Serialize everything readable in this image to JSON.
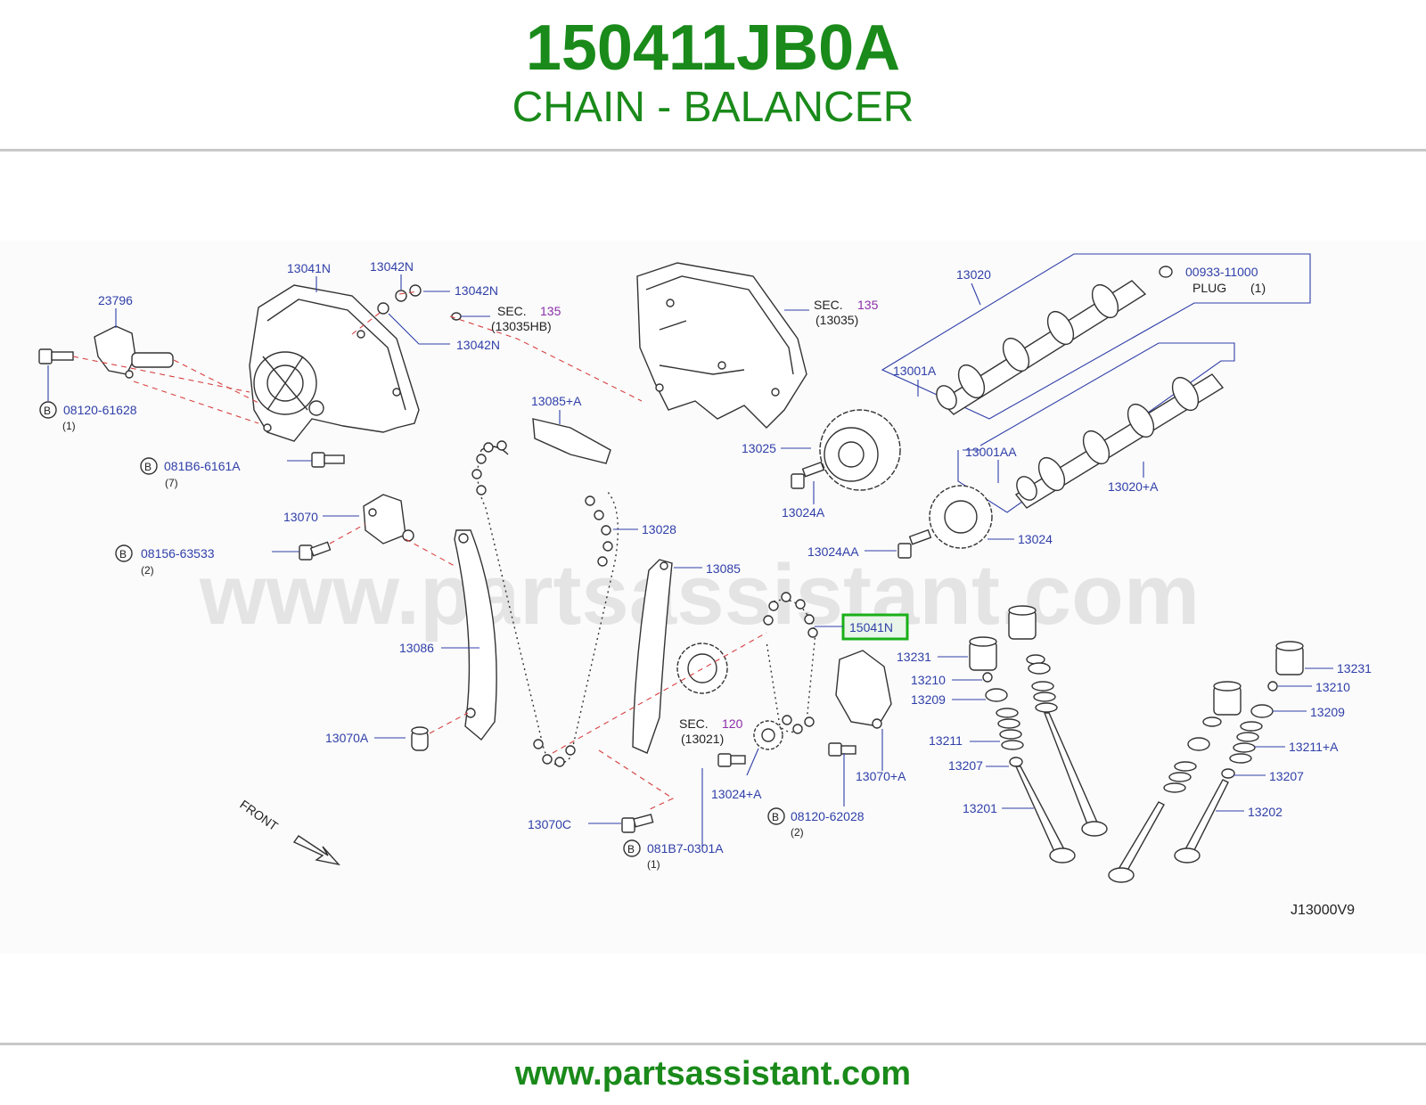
{
  "header": {
    "part_number": "150411JB0A",
    "part_name": "CHAIN - BALANCER"
  },
  "footer": {
    "url": "www.partsassistant.com"
  },
  "diagram": {
    "watermark": "www.partsassistant.com",
    "code": "J13000V9",
    "front_label": "FRONT",
    "highlighted": "15041N",
    "bolt_marker": "B",
    "sec_word": "SEC.",
    "plug_word": "PLUG",
    "labels": {
      "p13041N": "13041N",
      "p13042N_a": "13042N",
      "p13042N_b": "13042N",
      "p13042N_c": "13042N",
      "p23796": "23796",
      "b08120_61628": "08120-61628",
      "q1_a": "(1)",
      "b081B6_6161A": "081B6-6161A",
      "q7": "(7)",
      "p13070": "13070",
      "b08156_63533": "08156-63533",
      "q2_a": "(2)",
      "p13086": "13086",
      "p13070A": "13070A",
      "p13085A": "13085+A",
      "p13028": "13028",
      "p13085": "13085",
      "p15041N": "15041N",
      "sec120": "120",
      "sec13021": "(13021)",
      "p13024A_plus": "13024+A",
      "p13070C": "13070C",
      "b081B7_0301A": "081B7-0301A",
      "q1_b": "(1)",
      "b08120_62028": "08120-62028",
      "q2_b": "(2)",
      "p13070A_plus": "13070+A",
      "sec135_a": "135",
      "sec13035HB": "(13035HB)",
      "sec135_b": "135",
      "sec13035": "(13035)",
      "p13020": "13020",
      "p00933": "00933-11000",
      "q1_plug": "(1)",
      "p13001A": "13001A",
      "p13001AA": "13001AA",
      "p13020A": "13020+A",
      "p13025": "13025",
      "p13024A": "13024A",
      "p13024AA": "13024AA",
      "p13024": "13024",
      "p13231_a": "13231",
      "p13210_a": "13210",
      "p13209_a": "13209",
      "p13211": "13211",
      "p13207_a": "13207",
      "p13201": "13201",
      "p13231_b": "13231",
      "p13210_b": "13210",
      "p13209_b": "13209",
      "p13211A": "13211+A",
      "p13207_b": "13207",
      "p13202": "13202"
    }
  }
}
